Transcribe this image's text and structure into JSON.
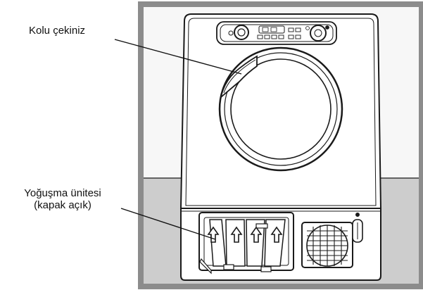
{
  "labels": {
    "handle": "Kolu çekiniz",
    "condenser_line1": "Yoğuşma ünitesi",
    "condenser_line2": "(kapak açık)"
  },
  "colors": {
    "panel_border": "#8c8c8c",
    "wall": "#f7f7f7",
    "floor": "#cdcdcd",
    "outline": "#1a1a1a",
    "text": "#111111"
  }
}
